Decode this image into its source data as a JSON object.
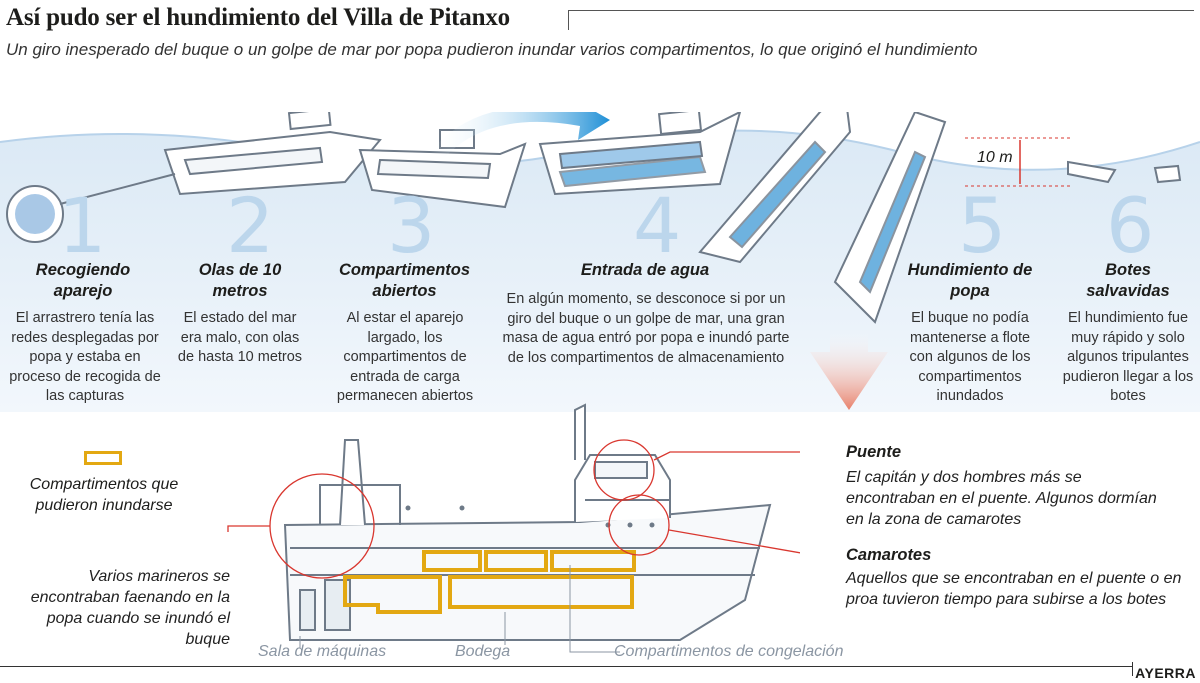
{
  "title": "Así pudo ser el hundimiento del Villa de Pitanxo",
  "subtitle": "Un giro inesperado del buque o un golpe de mar por popa pudieron inundar varios compartimentos, lo que originó el hundimiento",
  "stages": [
    {
      "number": "1",
      "heading": "Recogiendo aparejo",
      "description": "El arrastrero tenía las redes desplegadas por popa y estaba en proceso de recogida de las capturas"
    },
    {
      "number": "2",
      "heading": "Olas de 10 metros",
      "description": "El estado del mar era malo, con olas de hasta 10 metros"
    },
    {
      "number": "3",
      "heading": "Compartimentos abiertos",
      "description": "Al estar el aparejo largado, los compartimentos de entrada de carga permanecen abiertos"
    },
    {
      "number": "4",
      "heading": "Entrada de agua",
      "description": "En algún momento, se desconoce si por un giro del buque o un golpe de mar, una gran masa de agua entró por popa e inundó parte de los compartimentos de almacenamiento"
    },
    {
      "number": "5",
      "heading": "Hundimiento de popa",
      "description": "El buque no podía mantenerse a flote con algunos de los compartimentos inundados"
    },
    {
      "number": "6",
      "heading": "Botes salvavidas",
      "description": "El hundimiento fue muy rápido y solo algunos tripulantes pudieron llegar a los botes"
    }
  ],
  "depth_label": "10 m",
  "legend": {
    "label": "Compartimentos que pudieron inundarse",
    "color": "#e3a812"
  },
  "notes": {
    "stern": "Varios marineros se encontraban faenando en la popa cuando se inundó el buque"
  },
  "callouts": [
    {
      "title": "Puente",
      "text": "El capitán y dos hombres más se encontraban en el puente. Algunos dormían en la zona de camarotes"
    },
    {
      "title": "Camarotes",
      "text": "Aquellos que se encontraban en el puente o en proa tuvieron tiempo para subirse a los botes"
    }
  ],
  "captions": {
    "engine_room": "Sala de máquinas",
    "hold": "Bodega",
    "freezing": "Compartimentos de congelación"
  },
  "credit": "AYERRA",
  "colors": {
    "sea": "#e4eff8",
    "water": "#4a9fd8",
    "arrow": "#e8806a",
    "circle": "#d9372f",
    "ship": "#6e7a88"
  }
}
